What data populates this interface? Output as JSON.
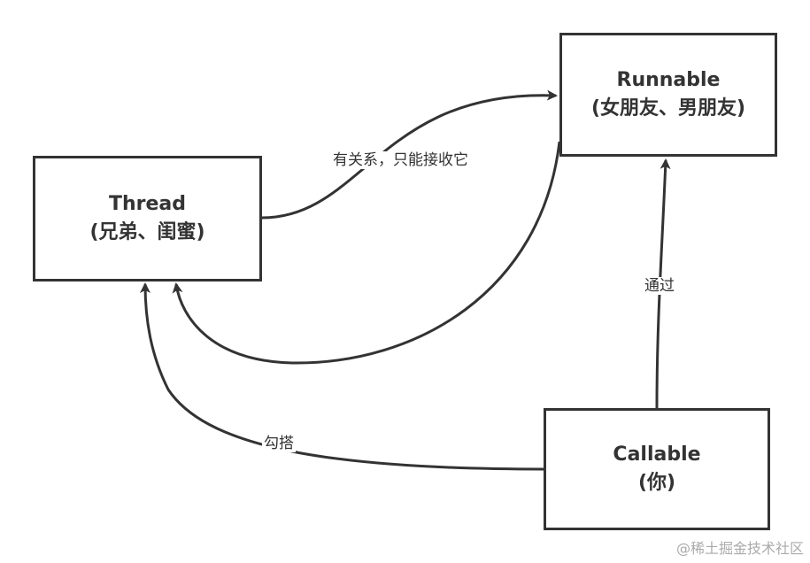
{
  "nodes": {
    "thread": {
      "title": "Thread",
      "subtitle": "(兄弟、闺蜜)"
    },
    "runnable": {
      "title": "Runnable",
      "subtitle": "(女朋友、男朋友)"
    },
    "callable": {
      "title": "Callable",
      "subtitle": "(你)"
    }
  },
  "edges": {
    "thread_to_runnable": {
      "label": "有关系，只能接收它"
    },
    "callable_to_runnable": {
      "label": "通过"
    },
    "callable_to_thread": {
      "label": "勾搭"
    }
  },
  "watermark": "@稀土掘金技术社区",
  "colors": {
    "stroke": "#333333",
    "text": "#333333",
    "background": "#ffffff",
    "watermark": "#aaaaaa"
  }
}
